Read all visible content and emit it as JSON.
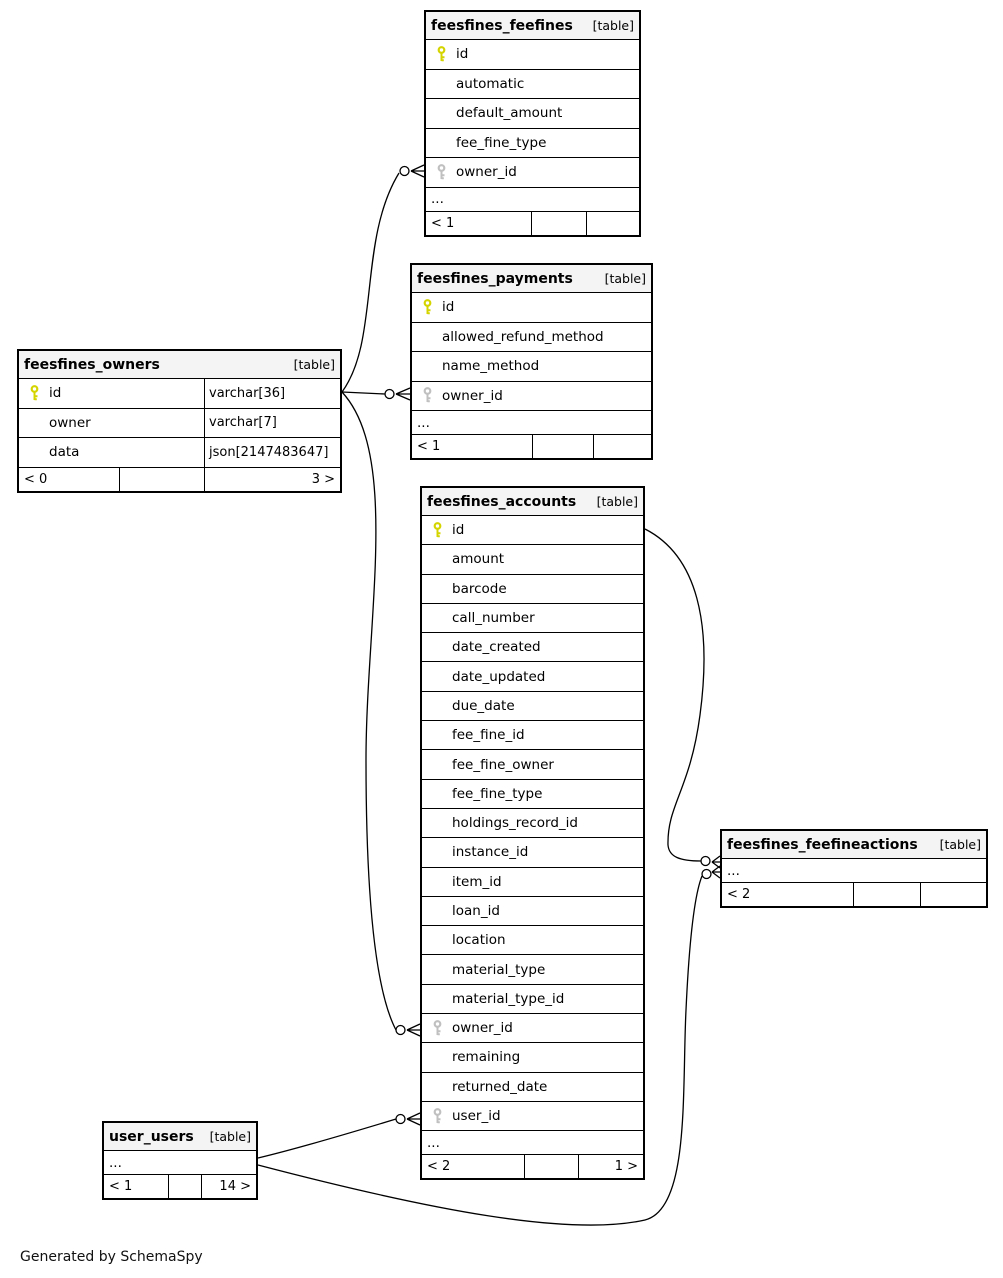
{
  "page": {
    "footer_note": "Generated by SchemaSpy"
  },
  "colors": {
    "background": "#ffffff",
    "table_border": "#000000",
    "header_bg": "#f4f4f4",
    "primary_key_icon": "#d4d400",
    "foreign_key_icon": "#c0c0c0",
    "relationship_line": "#000000"
  },
  "tables": {
    "feefines": {
      "name": "feesfines_feefines",
      "tag": "[table]",
      "columns": [
        {
          "name": "id",
          "key": "primary"
        },
        {
          "name": "automatic"
        },
        {
          "name": "default_amount"
        },
        {
          "name": "fee_fine_type"
        },
        {
          "name": "owner_id",
          "key": "foreign"
        }
      ],
      "ellipsis": "...",
      "footer": {
        "parents": "< 1",
        "middle": "",
        "children": ""
      }
    },
    "payments": {
      "name": "feesfines_payments",
      "tag": "[table]",
      "columns": [
        {
          "name": "id",
          "key": "primary"
        },
        {
          "name": "allowed_refund_method"
        },
        {
          "name": "name_method"
        },
        {
          "name": "owner_id",
          "key": "foreign"
        }
      ],
      "ellipsis": "...",
      "footer": {
        "parents": "< 1",
        "middle": "",
        "children": ""
      }
    },
    "owners": {
      "name": "feesfines_owners",
      "tag": "[table]",
      "columns": [
        {
          "name": "id",
          "key": "primary",
          "type": "varchar[36]"
        },
        {
          "name": "owner",
          "type": "varchar[7]"
        },
        {
          "name": "data",
          "type": "json[2147483647]"
        }
      ],
      "footer": {
        "parents": "< 0",
        "middle": "",
        "children": "3 >"
      }
    },
    "accounts": {
      "name": "feesfines_accounts",
      "tag": "[table]",
      "columns": [
        {
          "name": "id",
          "key": "primary"
        },
        {
          "name": "amount"
        },
        {
          "name": "barcode"
        },
        {
          "name": "call_number"
        },
        {
          "name": "date_created"
        },
        {
          "name": "date_updated"
        },
        {
          "name": "due_date"
        },
        {
          "name": "fee_fine_id"
        },
        {
          "name": "fee_fine_owner"
        },
        {
          "name": "fee_fine_type"
        },
        {
          "name": "holdings_record_id"
        },
        {
          "name": "instance_id"
        },
        {
          "name": "item_id"
        },
        {
          "name": "loan_id"
        },
        {
          "name": "location"
        },
        {
          "name": "material_type"
        },
        {
          "name": "material_type_id"
        },
        {
          "name": "owner_id",
          "key": "foreign"
        },
        {
          "name": "remaining"
        },
        {
          "name": "returned_date"
        },
        {
          "name": "user_id",
          "key": "foreign"
        }
      ],
      "ellipsis": "...",
      "footer": {
        "parents": "< 2",
        "middle": "",
        "children": "1 >"
      }
    },
    "feefineactions": {
      "name": "feesfines_feefineactions",
      "tag": "[table]",
      "columns": [],
      "ellipsis": "...",
      "footer": {
        "parents": "< 2",
        "middle": "",
        "children": ""
      }
    },
    "user_users": {
      "name": "user_users",
      "tag": "[table]",
      "columns": [],
      "ellipsis": "...",
      "footer": {
        "parents": "< 1",
        "middle": "",
        "children": "14 >"
      }
    }
  },
  "relationships": [
    {
      "parent": "feesfines_owners.id",
      "child": "feesfines_feefines.owner_id",
      "child_marker": "zero-or-many"
    },
    {
      "parent": "feesfines_owners.id",
      "child": "feesfines_payments.owner_id",
      "child_marker": "zero-or-many"
    },
    {
      "parent": "feesfines_owners.id",
      "child": "feesfines_accounts.owner_id",
      "child_marker": "zero-or-many"
    },
    {
      "parent": "feesfines_accounts.id",
      "child": "feesfines_feefineactions",
      "child_marker": "zero-or-many"
    },
    {
      "parent": "user_users",
      "child": "feesfines_accounts.user_id",
      "child_marker": "zero-or-many"
    },
    {
      "parent": "user_users",
      "child": "feesfines_feefineactions",
      "child_marker": "zero-or-many"
    }
  ]
}
